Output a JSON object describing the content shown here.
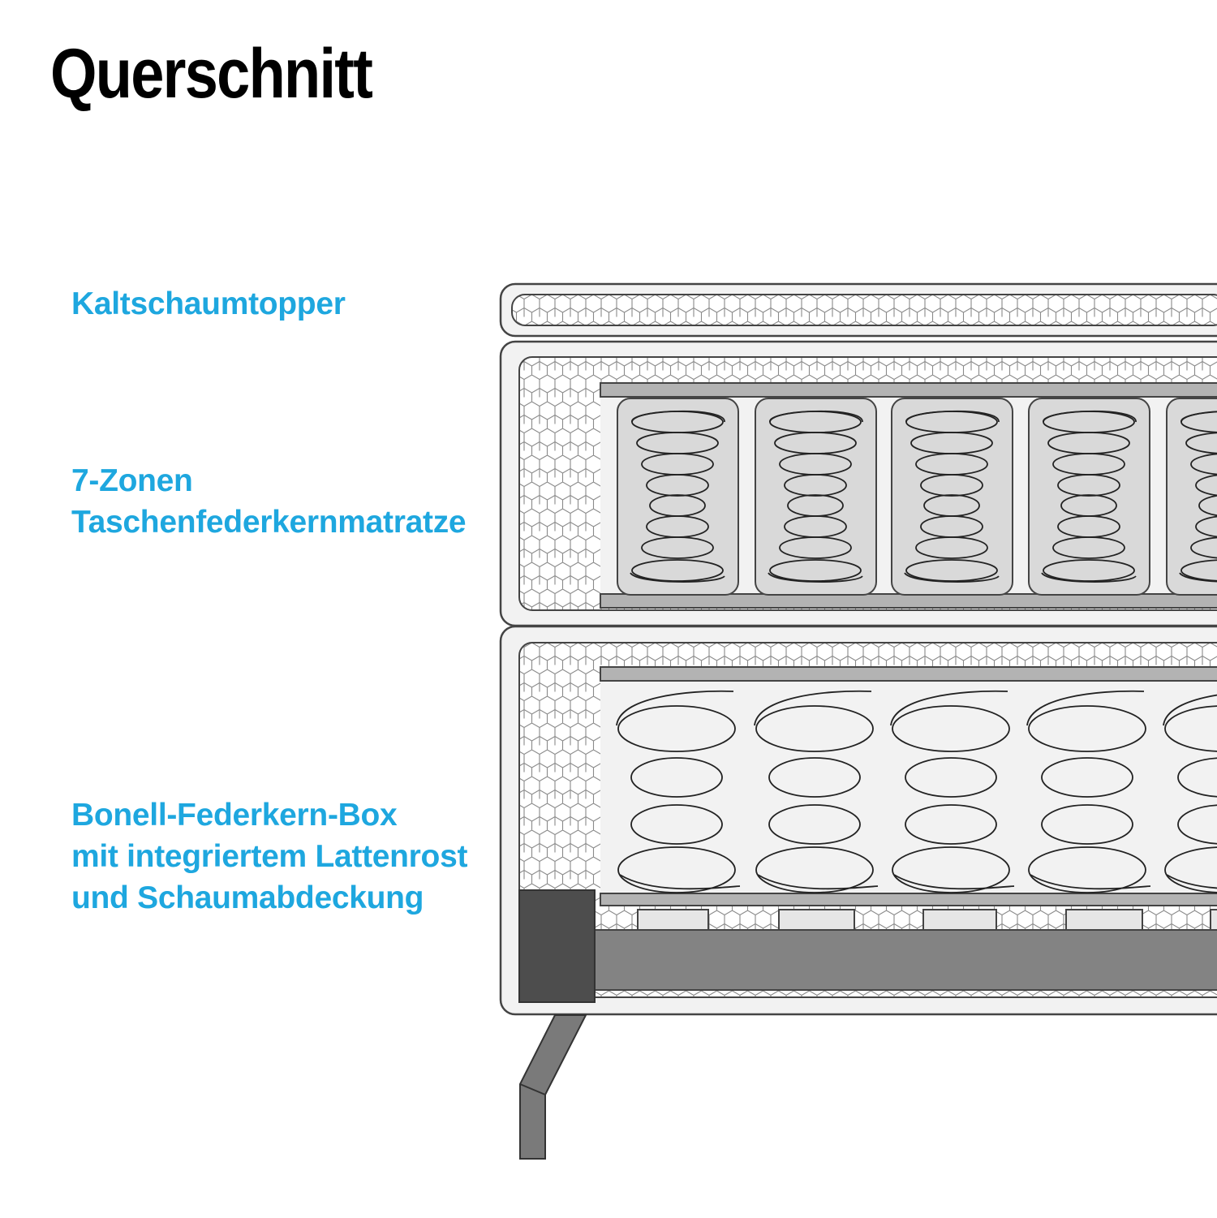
{
  "title": "Querschnitt",
  "labels": {
    "topper": "Kaltschaumtopper",
    "mattress_line1": "7-Zonen",
    "mattress_line2": "Taschenfederkernmatratze",
    "box_line1": "Bonell-Federkern-Box",
    "box_line2": "mit integriertem Lattenrost",
    "box_line3": "und Schaumabdeckung"
  },
  "colors": {
    "label": "#1ea7df",
    "outline": "#444444",
    "frame_fill": "#f2f2f2",
    "foam_fill": "#ffffff",
    "foam_pattern": "#888888",
    "board_fill": "#b3b3b3",
    "pocket_fill": "#d9d9d9",
    "slat_fill": "#e6e6e6",
    "base_fill": "#838383",
    "corner_post_fill": "#4d4d4d",
    "leg_fill": "#7a7a7a"
  }
}
